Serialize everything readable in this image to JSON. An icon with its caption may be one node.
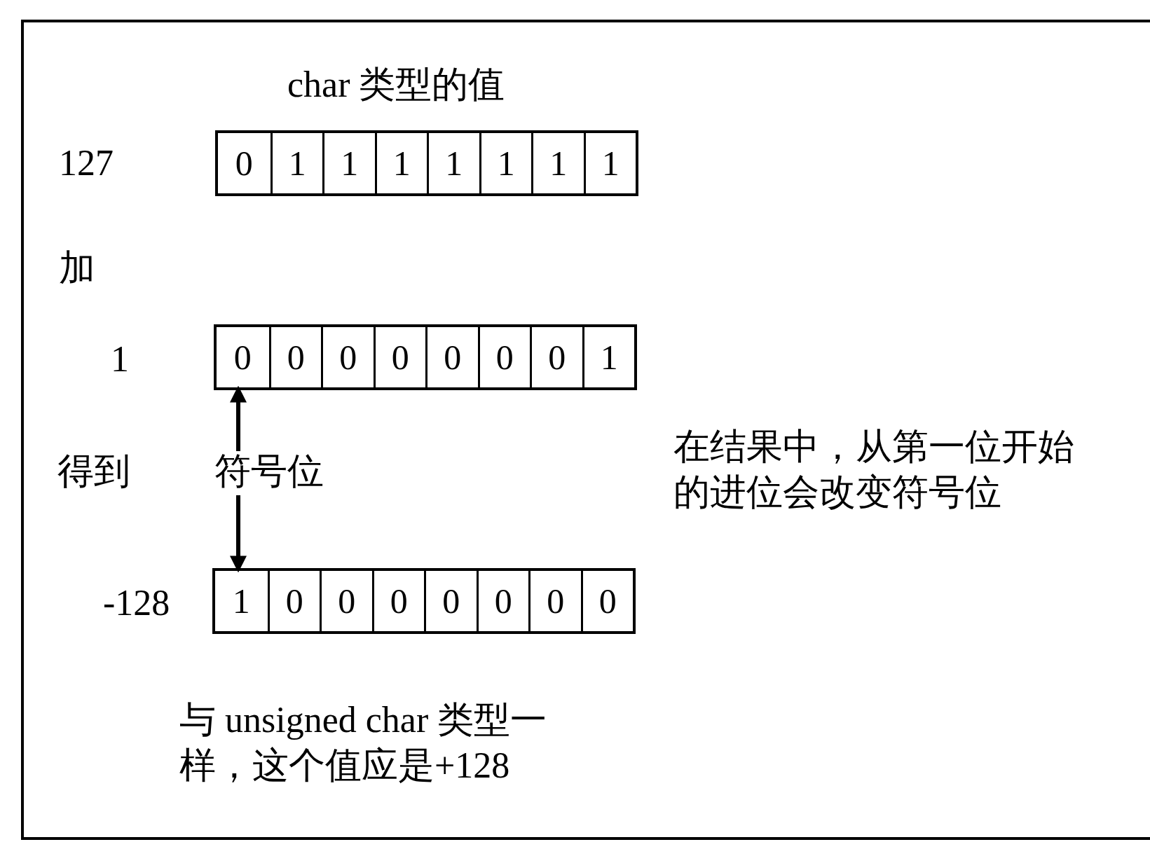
{
  "diagram": {
    "title": "char 类型的值",
    "nodes": [
      {
        "text": [],
        "shape": "box"
      },
      {
        "text": [
          "0"
        ],
        "in": 0
      },
      {
        "text": [
          "1"
        ],
        "in": 0
      },
      {
        "text": [
          "1"
        ],
        "in": 0
      },
      {
        "text": [
          "1"
        ],
        "in": 0
      },
      {
        "text": [
          "1"
        ],
        "in": 0
      },
      {
        "text": [
          "1"
        ],
        "in": 0
      },
      {
        "text": [
          "1"
        ],
        "in": 0
      },
      {
        "text": [
          "1"
        ],
        "in": 0
      },
      {
        "text": [],
        "shape": "box"
      },
      {
        "text": [
          "0"
        ],
        "in": 9
      },
      {
        "text": [
          "0"
        ],
        "in": 9
      },
      {
        "text": [
          "0"
        ],
        "in": 9
      },
      {
        "text": [
          "0"
        ],
        "in": 9
      },
      {
        "text": [
          "0"
        ],
        "in": 9
      },
      {
        "text": [
          "0"
        ],
        "in": 9
      },
      {
        "text": [
          "0"
        ],
        "in": 9
      },
      {
        "text": [
          "1"
        ],
        "in": 9
      },
      {
        "text": [
          "符号位"
        ]
      },
      {
        "text": [],
        "shape": "box"
      },
      {
        "text": [
          "1"
        ],
        "in": 19
      },
      {
        "text": [
          "0"
        ],
        "in": 19
      },
      {
        "text": [
          "0"
        ],
        "in": 19
      },
      {
        "text": [
          "0"
        ],
        "in": 19
      },
      {
        "text": [
          "0"
        ],
        "in": 19
      },
      {
        "text": [
          "0"
        ],
        "in": 19
      },
      {
        "text": [
          "0"
        ],
        "in": 19
      },
      {
        "text": [
          "0"
        ],
        "in": 19
      }
    ],
    "edges": [
      {
        "from": 18,
        "to": 10,
        "arrow": "to"
      },
      {
        "from": 18,
        "to": 20,
        "arrow": "to"
      }
    ],
    "labels": [
      "127",
      "加",
      "1",
      "得到",
      "-128",
      "在结果中，从第一位开始的进位会改变符号位",
      "与 unsigned char 类型一样，这个值应是+128"
    ]
  }
}
